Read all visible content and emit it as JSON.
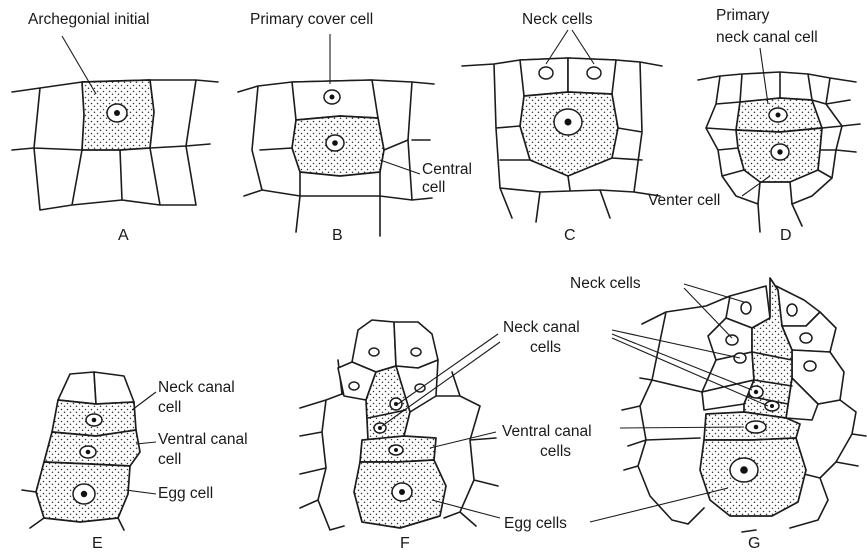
{
  "figure": {
    "panel_letters": [
      "A",
      "B",
      "C",
      "D",
      "E",
      "F",
      "G"
    ],
    "labels": {
      "archegonial_initial": "Archegonial initial",
      "primary_cover_cell": "Primary cover cell",
      "central_cell_1": "Central",
      "central_cell_2": "cell",
      "neck_cells_c": "Neck cells",
      "primary_neck_canal_1": "Primary",
      "primary_neck_canal_2": "neck canal cell",
      "venter_cell": "Venter cell",
      "neck_canal_e_1": "Neck canal",
      "neck_canal_e_2": "cell",
      "ventral_canal_e_1": "Ventral canal",
      "ventral_canal_e_2": "cell",
      "egg_cell": "Egg cell",
      "neck_cells_g": "Neck cells",
      "neck_canal_fg_1": "Neck canal",
      "neck_canal_fg_2": "cells",
      "ventral_canal_fg_1": "Ventral canal",
      "ventral_canal_fg_2": "cells",
      "egg_cells": "Egg cells"
    }
  }
}
